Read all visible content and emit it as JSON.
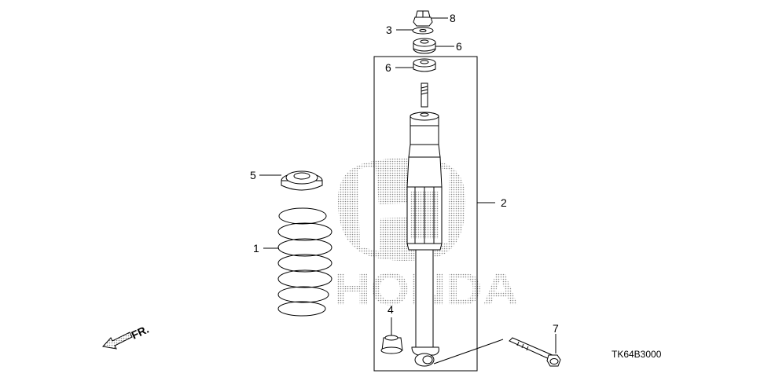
{
  "diagram": {
    "callouts": [
      "1",
      "2",
      "3",
      "4",
      "5",
      "6",
      "6",
      "7",
      "8"
    ],
    "direction_label": "FR.",
    "code": "TK64B3000",
    "watermark_text": "HONDA"
  }
}
